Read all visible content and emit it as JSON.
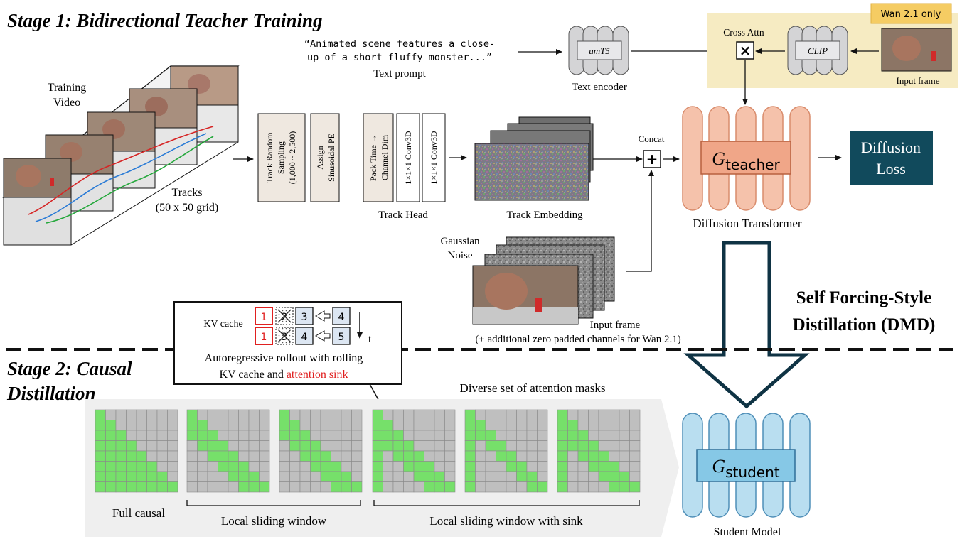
{
  "stage1": {
    "title": "Stage 1: Bidirectional Teacher Training"
  },
  "stage2": {
    "title_line1": "Stage 2: Causal",
    "title_line2": "Distillation"
  },
  "training_video": {
    "line1": "Training",
    "line2": "Video"
  },
  "tracks": {
    "line1": "Tracks",
    "line2": "(50 x 50 grid)"
  },
  "prompt": {
    "line1": "“Animated scene features a close-",
    "line2": "up of a short fluffy monster...”",
    "label": "Text prompt"
  },
  "text_encoder": {
    "block": "umT5",
    "label": "Text encoder"
  },
  "wan_badge": "Wan 2.1 only",
  "cross_attn": {
    "label": "Cross Attn",
    "symbol": "×"
  },
  "clip": {
    "block": "CLIP"
  },
  "input_frame_top": {
    "label": "Input frame"
  },
  "track_head": {
    "box1": {
      "line1": "Track Random",
      "line2": "Sampling",
      "line3": "(1,000 ~ 2,500)"
    },
    "box2": {
      "line1": "Assign",
      "line2": "Sinusoidal PE"
    },
    "box3": {
      "line1": "Pack Time →",
      "line2": "Channel Dim"
    },
    "box4": "1×1×1 Conv3D",
    "box5": "1×1×1 Conv3D",
    "label": "Track Head"
  },
  "track_embedding": {
    "label": "Track Embedding"
  },
  "concat": {
    "label": "Concat",
    "symbol": "+"
  },
  "teacher": {
    "main": "G",
    "sub": "teacher",
    "label": "Diffusion Transformer"
  },
  "diffusion_loss": {
    "line1": "Diffusion",
    "line2": "Loss"
  },
  "noise": {
    "line1": "Gaussian",
    "line2": "Noise",
    "label": "Input frame",
    "note": "(+ additional zero padded channels for Wan 2.1)"
  },
  "distill": {
    "line1": "Self Forcing-Style",
    "line2": "Distillation (DMD)"
  },
  "kv": {
    "label": "KV cache",
    "row1": [
      "1",
      "2",
      "3",
      "4"
    ],
    "row2": [
      "1",
      "3",
      "4",
      "5"
    ],
    "t_label": "t",
    "caption_line1": "Autoregressive rollout with rolling",
    "caption_line2_prefix": "KV cache and ",
    "caption_line2_highlight": "attention sink"
  },
  "masks": {
    "title": "Diverse set of attention masks",
    "full_causal": "Full causal",
    "local_sliding": "Local sliding window",
    "local_sink": "Local sliding window with sink"
  },
  "student": {
    "main": "G",
    "sub": "student",
    "label": "Student Model"
  },
  "colors": {
    "teacher_fill": "#f5c2ab",
    "teacher_stroke": "#d98c6c",
    "student_fill": "#b9def0",
    "student_stroke": "#4f8fb8",
    "loss_fill": "#114a5c",
    "badge": "#f5cc63",
    "yellow_panel": "#f6ebc2",
    "mask_green": "#76e06a",
    "mask_grey": "#bfbfbf",
    "kv_red": "#e02020"
  }
}
